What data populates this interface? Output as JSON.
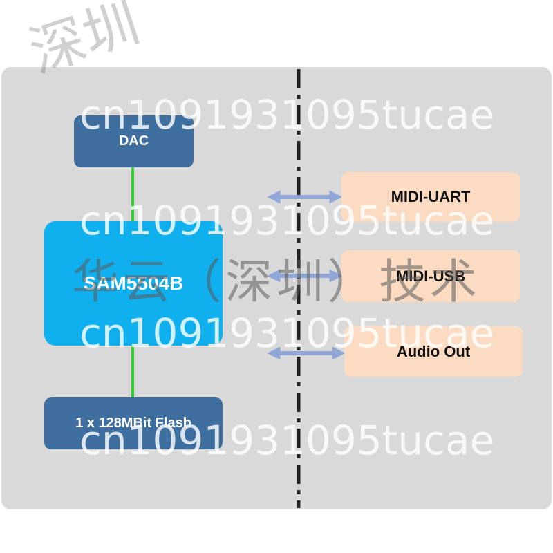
{
  "diagram": {
    "blocks": {
      "dac": "DAC",
      "sam": "SAM5504B",
      "flash": "1 x 128MBit Flash",
      "midi_uart": "MIDI-UART",
      "midi_usb": "MIDI-USB",
      "audio_out": "Audio Out"
    }
  },
  "colors": {
    "panel": "#d9d9d9",
    "dark_blue": "#3f6f9f",
    "bright_blue": "#10b0ee",
    "peach": "#fbdcc2",
    "connector_green": "#33cc33",
    "arrow": "#8fa6d6",
    "divider": "#222222"
  },
  "watermarks": {
    "code": "cn1091931095tucae",
    "chinese": "华云（深圳）技术",
    "top_fragment": "深圳"
  }
}
